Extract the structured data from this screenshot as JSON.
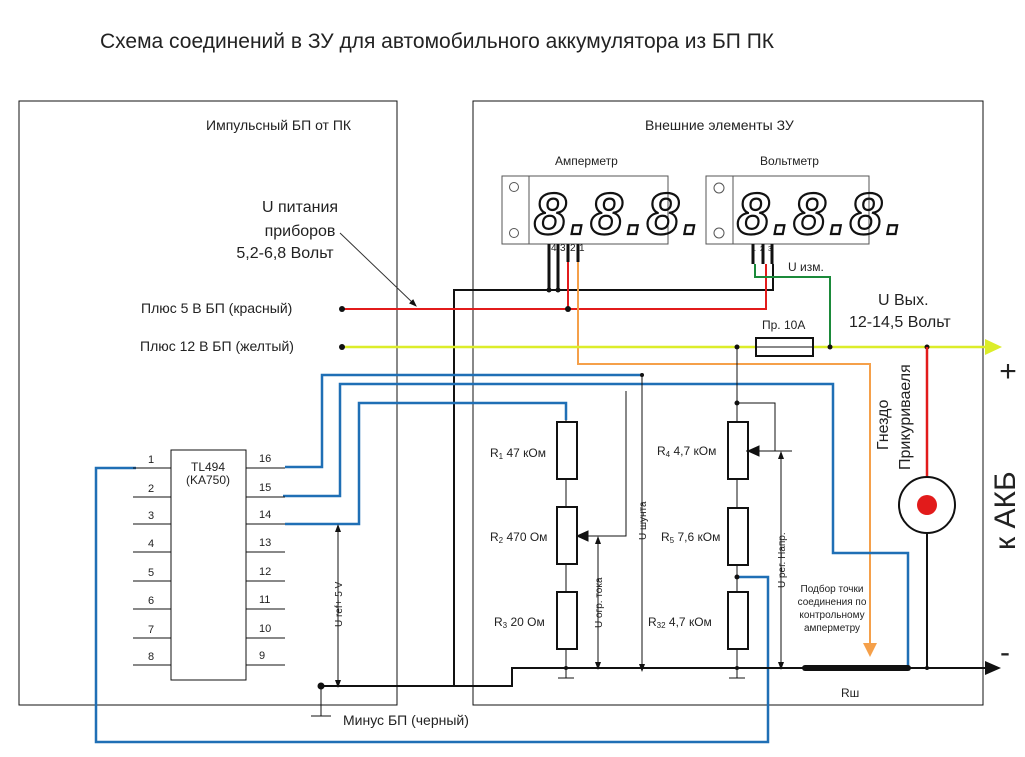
{
  "title": "Схема соединений в ЗУ для автомобильного аккумулятора из БП ПК",
  "psu_box": {
    "title": "Импульсный БП от ПК",
    "supply_note": [
      "U питания",
      "приборов",
      "5,2-6,8 Вольт"
    ],
    "plus5_label": "Плюс 5 В БП (красный)",
    "plus12_label": "Плюс 12 В БП (желтый)",
    "minus_label": "Минус БП (черный)",
    "ic": {
      "name": "TL494",
      "alt": "(KA750)",
      "left_pins": [
        "1",
        "2",
        "3",
        "4",
        "5",
        "6",
        "7",
        "8"
      ],
      "right_pins": [
        "16",
        "15",
        "14",
        "13",
        "12",
        "11",
        "10",
        "9"
      ]
    },
    "uref_label": "U ref+ 5 V"
  },
  "ext_box": {
    "title": "Внешние элементы ЗУ",
    "ammeter": {
      "label": "Амперметр",
      "display": "8.8.8.",
      "pins": [
        "4",
        "3",
        "2",
        "1"
      ]
    },
    "voltmeter": {
      "label": "Вольтметр",
      "display": "8.8.8.",
      "pins": [
        "1",
        "2",
        "3"
      ],
      "measure_label": "U изм."
    },
    "fuse_label": "Пр. 10А",
    "resistors": [
      {
        "id": "R1",
        "main": "R",
        "sub": "1",
        "value": "47 кОм"
      },
      {
        "id": "R2",
        "main": "R",
        "sub": "2",
        "value": "470 Ом"
      },
      {
        "id": "R3",
        "main": "R",
        "sub": "3",
        "value": "20 Ом"
      },
      {
        "id": "R4",
        "main": "R",
        "sub": "4",
        "value": "4,7 кОм"
      },
      {
        "id": "R5",
        "main": "R",
        "sub": "5",
        "value": "7,6 кОм"
      },
      {
        "id": "R32",
        "main": "R",
        "sub": "32",
        "value": "4,7  кОм"
      }
    ],
    "u_shunt_label": "U шунта",
    "u_limit_label": "U огр. тока",
    "u_reg_label": "U рег. Напр.",
    "tap_note": [
      "Подбор точки",
      "соединения по",
      "контрольному",
      "амперметру"
    ],
    "shunt_label": "Rш"
  },
  "output": {
    "label": [
      "U Вых.",
      "12-14,5 Вольт"
    ],
    "socket_label": [
      "Гнездо",
      "Прикуриваеля"
    ],
    "battery_label": "к АКБ",
    "plus": "+",
    "minus": "-"
  },
  "colors": {
    "red": "#e21b1b",
    "yellow": "#dced2a",
    "blue": "#1f6fb5",
    "orange": "#f5a04a",
    "green": "#1b8a3a",
    "black": "#111111"
  }
}
